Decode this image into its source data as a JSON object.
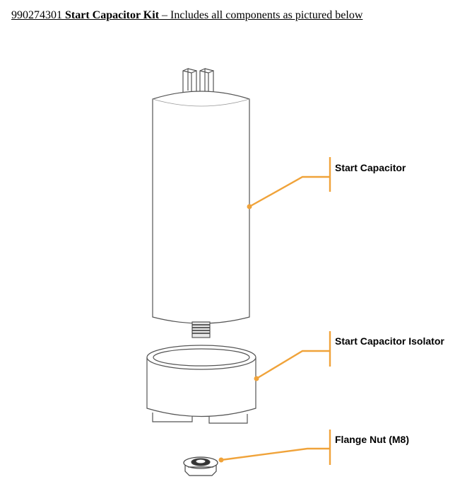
{
  "header": {
    "part_number": "990274301",
    "kit_name": "Start Capacitor Kit",
    "description": " – Includes all components as pictured below"
  },
  "callouts": [
    {
      "label": "Start Capacitor"
    },
    {
      "label": "Start Capacitor Isolator"
    },
    {
      "label": "Flange Nut (M8)"
    }
  ],
  "colors": {
    "leader": "#f0a33a",
    "outline": "#555555"
  }
}
